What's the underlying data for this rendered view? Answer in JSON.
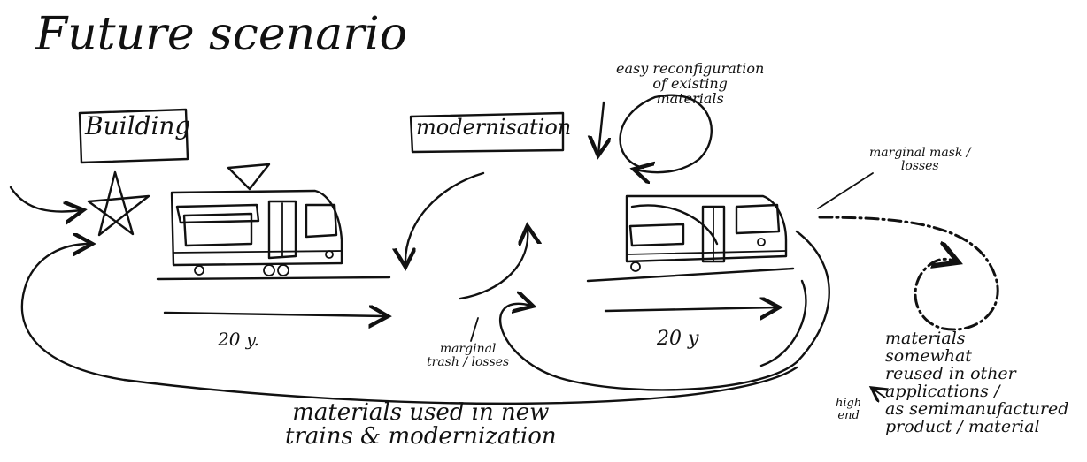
{
  "title": "Future scenario",
  "labels": {
    "building": "Building",
    "modernisation": "modernisation",
    "easy_reconfiguration": "easy reconfiguration\nof existing\nmaterials",
    "marginal_mask_losses": "marginal mask /\nlosses",
    "years_first": "20 y.",
    "years_second": "20 y",
    "marginal_trash_losses": "marginal\ntrash / losses",
    "materials_used": "materials used in new\ntrains & modernization",
    "materials_reused": "materials\nsomewhat\nreused in other\napplications /\nas semimanufactured\nproduct / material",
    "high_end": "high\nend"
  },
  "icons": {
    "star": "star-icon",
    "tram_old": "tram-icon",
    "tram_modernised": "modernised-tram-icon",
    "pantograph": "pantograph-triangle-icon"
  },
  "colors": {
    "ink": "#111111",
    "paper": "#ffffff"
  }
}
